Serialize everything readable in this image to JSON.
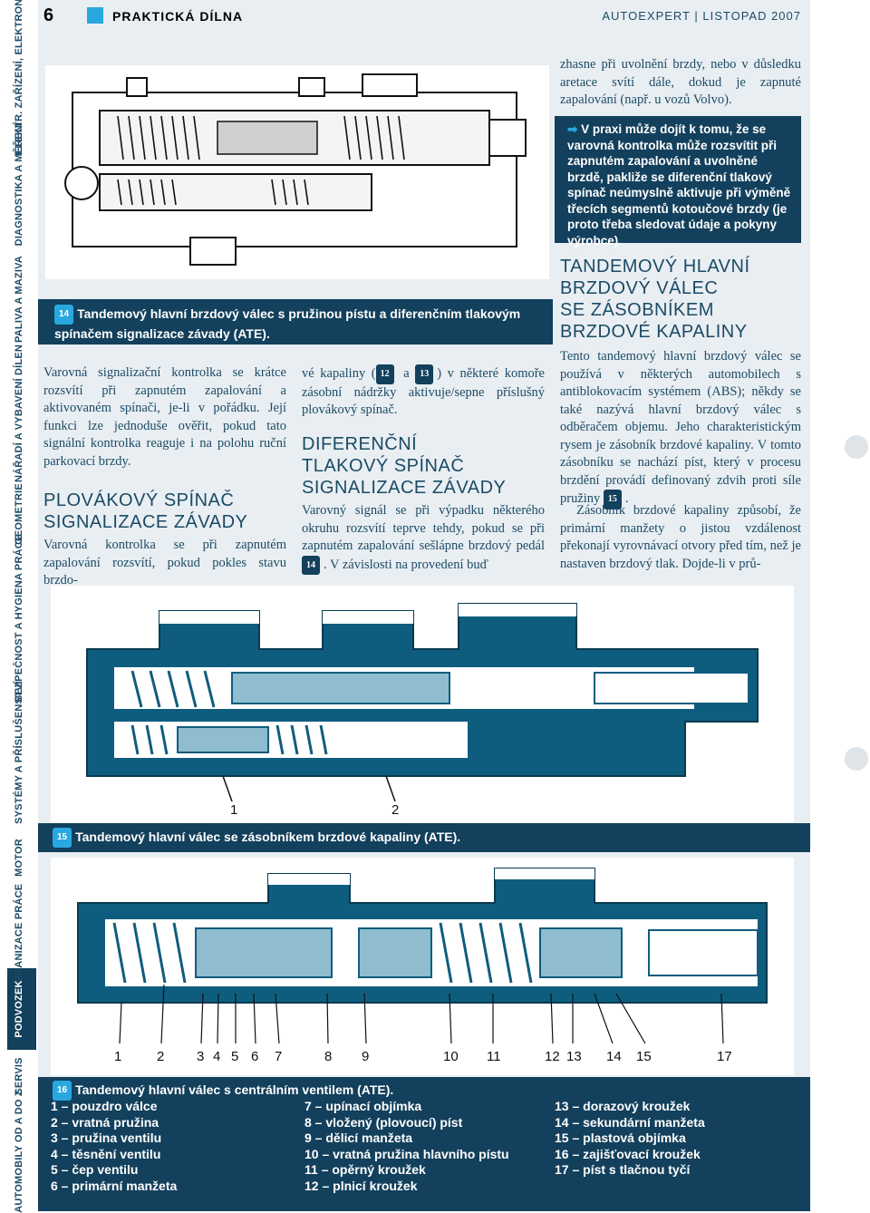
{
  "header": {
    "page_number": "6",
    "section_title": "PRAKTICKÁ DÍLNA",
    "issue": "AUTOEXPERT | LISTOPAD 2007"
  },
  "sidebar": {
    "items": [
      "ELEKTR. ZAŘÍZENÍ, ELEKTRONIKA",
      "DIAGNOSTIKA A MĚŘENÍ",
      "PALIVA A MAZIVA",
      "NÁŘADÍ A VYBAVENÍ DÍLEN",
      "GEOMETRIE",
      "BEZPEČNOST A HYGIENA PRÁCE",
      "SYSTÉMY A PŘÍSLUŠENSTVÍ",
      "MOTOR",
      "ORGANIZACE PRÁCE",
      "PODVOZEK",
      "SERVIS",
      "AUTOMOBILY OD A DO Z"
    ],
    "active": "PODVOZEK"
  },
  "figures": {
    "fig14": {
      "badge": "14",
      "caption": "Tandemový hlavní brzdový válec s pružinou pístu a diferenčním tlakovým spínačem signalizace závady (ATE)."
    },
    "fig15": {
      "badge": "15",
      "caption": "Tandemový hlavní válec se zásobníkem brzdové kapaliny (ATE).",
      "labels": [
        "1",
        "2"
      ]
    },
    "fig16": {
      "badge": "16",
      "caption": "Tandemový hlavní válec s centrálním ventilem (ATE).",
      "labels": [
        "1",
        "2",
        "3",
        "4",
        "5",
        "6",
        "7",
        "8",
        "9",
        "10",
        "11",
        "12",
        "13",
        "14",
        "15",
        "17"
      ]
    }
  },
  "column1": {
    "para1": "Varovná signalizační kontrolka se krátce rozsvítí při zapnutém zapalování a aktivovaném spínači, je-li v pořádku. Její funkci lze jednoduše ověřit, pokud tato signální kontrolka reaguje i na polohu ruční parkovací brzdy.",
    "heading_line1": "PLOVÁKOVÝ SPÍNAČ",
    "heading_line2": "SIGNALIZACE ZÁVADY",
    "para2": "Varovná kontrolka se při zapnutém zapalování rozsvítí, pokud pokles stavu brzdo-"
  },
  "column2": {
    "para1_a": "vé kapaliny (",
    "badge_a": "12",
    "para1_b": " a ",
    "badge_b": "13",
    "para1_c": ") v některé komoře zásobní nádržky aktivuje/sepne příslušný plovákový spínač.",
    "heading_line1": "DIFERENČNÍ",
    "heading_line2": "TLAKOVÝ SPÍNAČ",
    "heading_line3": "SIGNALIZACE ZÁVADY",
    "para2_a": "Varovný signál se při výpadku některého okruhu rozsvítí teprve tehdy, pokud se při zapnutém zapalování sešlápne brzdový pedál ",
    "badge": "14",
    "para2_b": ". V závislosti na provedení buď"
  },
  "column3": {
    "para1": "zhasne při uvolnění brzdy, nebo v důsledku aretace svítí dále, dokud je zapnuté zapalování (např. u vozů Volvo).",
    "tip_arrow": "➡",
    "tip": "V praxi může dojít k tomu, že se varovná kontrolka může rozsvítit při zapnutém zapalování a uvolněné brzdě, pakliže se diferenční tlakový spínač neúmyslně aktivuje při výměně třecích segmentů kotoučové brzdy (je proto třeba sledovat údaje a pokyny výrobce).",
    "heading_line1": "TANDEMOVÝ HLAVNÍ",
    "heading_line2": "BRZDOVÝ VÁLEC",
    "heading_line3": "SE ZÁSOBNÍKEM",
    "heading_line4": "BRZDOVÉ KAPALINY",
    "para2_a": "Tento tandemový hlavní brzdový válec se používá v některých automobilech s antiblokovacím systémem (ABS); někdy se také nazývá hlavní brzdový válec s odběračem objemu. Jeho charakteristickým rysem je zásobník brzdové kapaliny. V tomto zásobníku se nachází píst, který v procesu brzdění provádí definovaný zdvih proti síle pružiny ",
    "badge": "15",
    "para2_b": ".",
    "para3": "Zásobník brzdové kapaliny způsobí, že primární manžety o jistou vzdálenost překonají vyrovnávací otvory před tím, než je nastaven brzdový tlak. Dojde-li v prů-"
  },
  "legend": {
    "col1": [
      "1 – pouzdro válce",
      "2 – vratná pružina",
      "3 – pružina ventilu",
      "4 – těsnění ventilu",
      "5 – čep ventilu",
      "6 – primární manžeta"
    ],
    "col2": [
      "7 – upínací objímka",
      "8 – vložený (plovoucí) píst",
      "9 – dělicí manžeta",
      "10 – vratná pružina hlavního pístu",
      "11 – opěrný kroužek",
      "12 – plnicí kroužek"
    ],
    "col3": [
      "13 – dorazový kroužek",
      "14 – sekundární manžeta",
      "15 – plastová objímka",
      "16 – zajišťovací kroužek",
      "17 – píst s tlačnou tyčí"
    ]
  },
  "colors": {
    "dark_navy": "#13405c",
    "accent_blue": "#29a8e0",
    "panel_bg": "#e9eef2",
    "text_blue": "#1b4b66",
    "diagram_fill": "#0f5d7e"
  }
}
